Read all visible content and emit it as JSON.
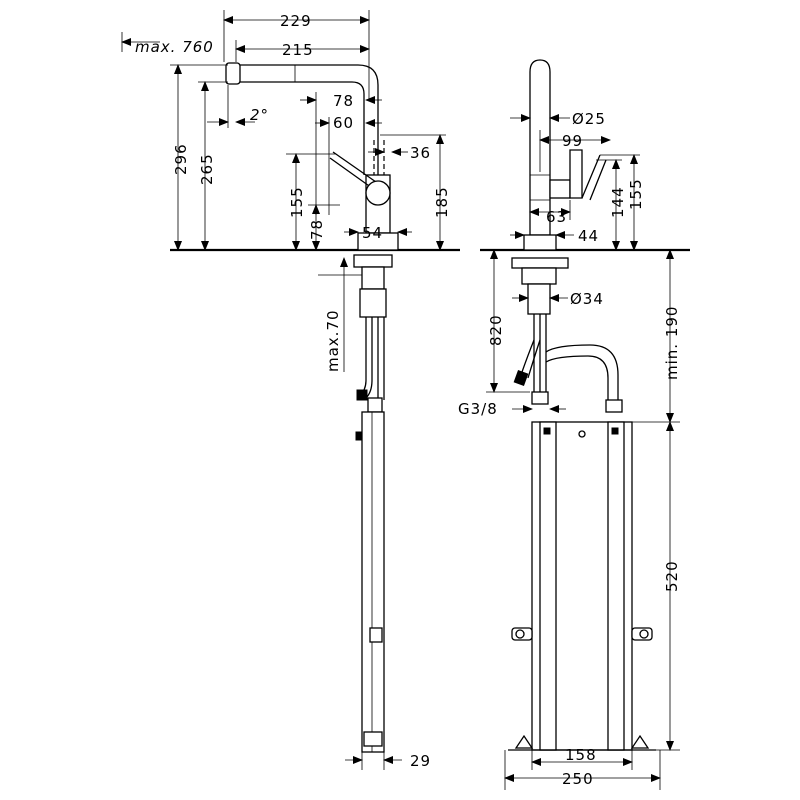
{
  "dimensions": {
    "d229": "229",
    "max760": "max. 760",
    "d215": "215",
    "d78": "78",
    "angle": "2°",
    "d60": "60",
    "d296": "296",
    "d265": "265",
    "d36": "36",
    "d155a": "155",
    "d185": "185",
    "d78b": "78",
    "d54": "54",
    "max70": "max.70",
    "d29": "29",
    "dia25": "Ø25",
    "d99": "99",
    "d144": "144",
    "d155b": "155",
    "d63": "63",
    "d44": "44",
    "dia34": "Ø34",
    "d820": "820",
    "min190": "min. 190",
    "g38": "G3/8",
    "d520": "520",
    "d158": "158",
    "d250": "250"
  }
}
